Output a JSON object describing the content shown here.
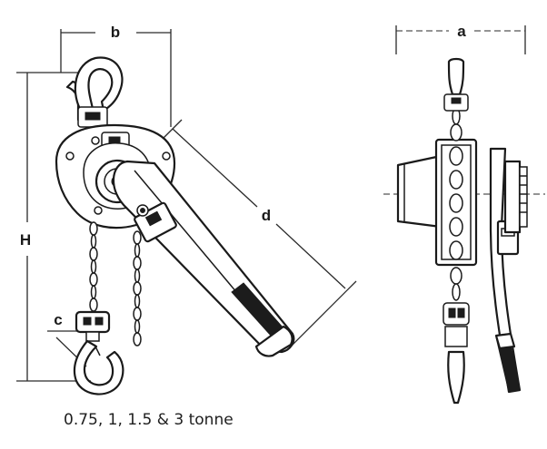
{
  "dimensions": {
    "b": "b",
    "a": "a",
    "d": "d",
    "H": "H",
    "c": "c"
  },
  "caption": "0.75, 1, 1.5 & 3 tonne",
  "icons": {
    "front_view": "lever-hoist-front-view",
    "side_view": "lever-hoist-side-view"
  }
}
